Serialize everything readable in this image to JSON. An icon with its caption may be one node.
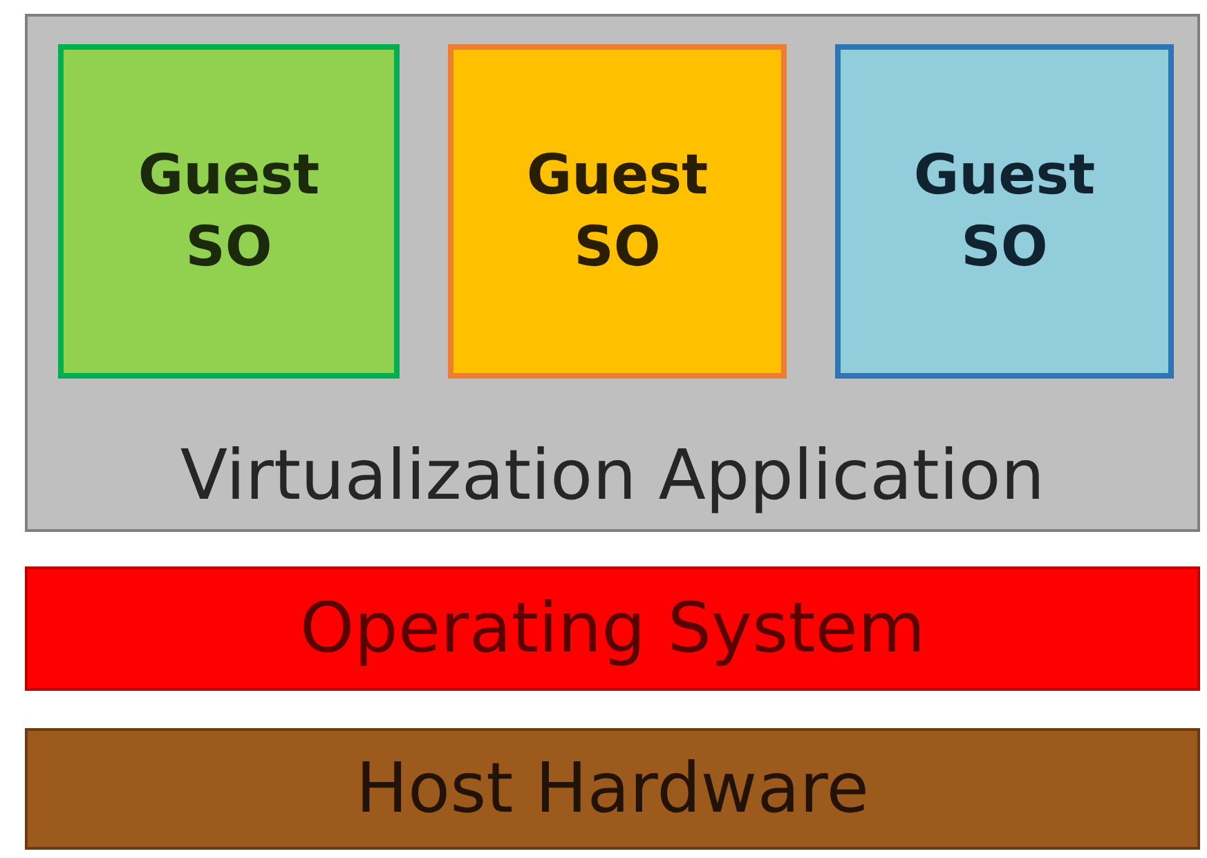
{
  "diagram": {
    "nodes": [
      {
        "text": [
          "Virtualization Application"
        ]
      },
      {
        "text": [
          "Guest SO"
        ],
        "in": 0
      },
      {
        "text": [
          "Guest SO"
        ],
        "in": 0
      },
      {
        "text": [
          "Guest SO"
        ],
        "in": 0
      },
      {
        "text": [
          "Operating System"
        ]
      },
      {
        "text": [
          "Host Hardware"
        ]
      }
    ]
  }
}
